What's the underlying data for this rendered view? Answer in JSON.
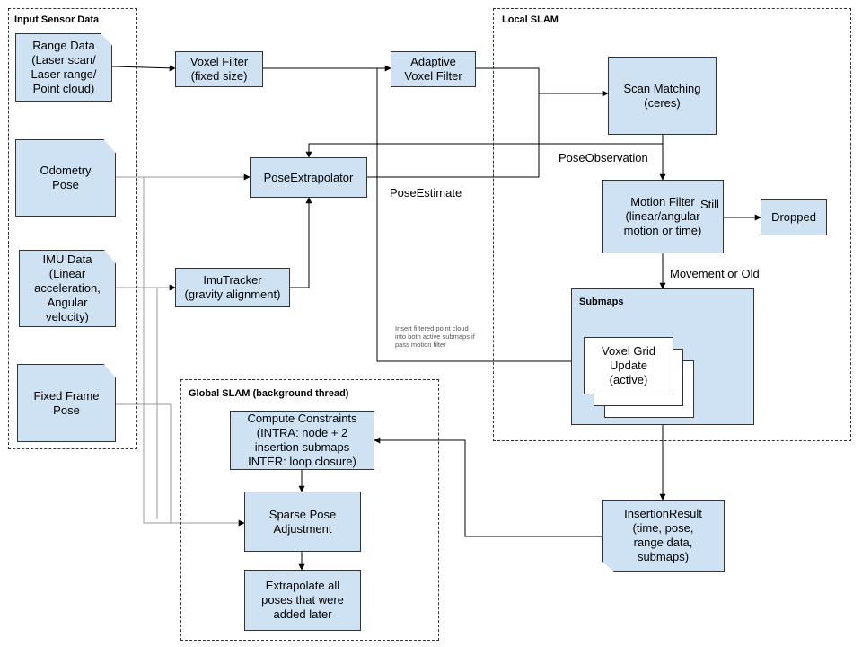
{
  "regions": {
    "input": "Input Sensor Data",
    "local": "Local SLAM",
    "global": "Global SLAM (background thread)"
  },
  "inputs": {
    "range": "Range Data\n(Laser scan/\nLaser range/\nPoint cloud)",
    "odometry": "Odometry\nPose",
    "imu": "IMU Data\n(Linear\nacceleration,\nAngular\nvelocity)",
    "fixed_frame": "Fixed Frame\nPose"
  },
  "nodes": {
    "voxel_filter": "Voxel Filter\n(fixed size)",
    "adaptive_voxel_filter": "Adaptive\nVoxel Filter",
    "scan_matching": "Scan Matching\n(ceres)",
    "pose_extrapolator": "PoseExtrapolator",
    "imu_tracker": "ImuTracker\n(gravity alignment)",
    "motion_filter": "Motion Filter\n(linear/angular\nmotion or time)",
    "dropped": "Dropped",
    "submaps": "Submaps",
    "voxel_grid": "Voxel Grid\nUpdate\n(active)",
    "insertion_result": "InsertionResult\n(time, pose,\nrange data,\nsubmaps)",
    "compute_constraints": "Compute Constraints\n(INTRA: node + 2\ninsertion submaps\nINTER: loop closure)",
    "sparse_pose": "Sparse Pose\nAdjustment",
    "extrapolate_all": "Extrapolate all\nposes that were\nadded later"
  },
  "labels": {
    "pose_observation": "PoseObservation",
    "pose_estimate": "PoseEstimate",
    "still": "Still",
    "movement_or_old": "Movement or Old",
    "insert_note": "Insert filtered point cloud\ninto both active submaps if\npass motion filter"
  }
}
